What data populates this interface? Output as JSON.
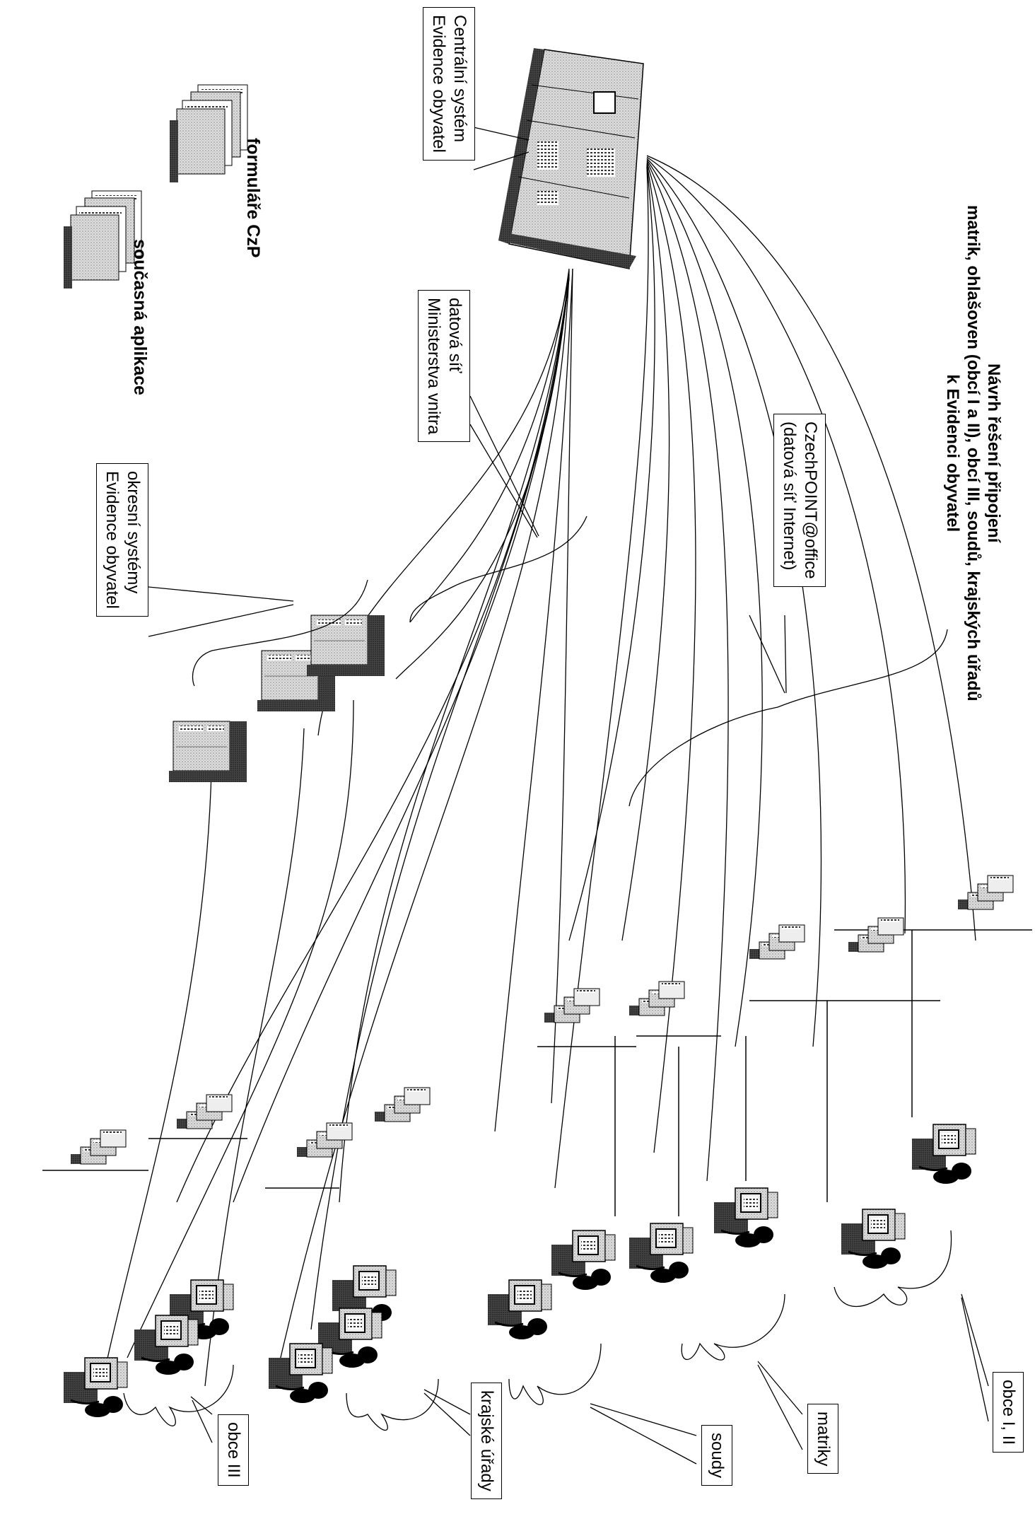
{
  "title": {
    "line1": "Návrh řešení připojení",
    "line2": "matrik, ohlašoven (obcí I a II), obcí III, soudů, krajských úřadů",
    "line3": "k Evidenci obyvatel"
  },
  "central_system": {
    "line1": "Centrální systém",
    "line2": "Evidence obyvatel"
  },
  "ministry_network": {
    "line1": "datová síť",
    "line2": "Ministerstva vnitra"
  },
  "czechpoint": {
    "line1": "CzechPOINT@office",
    "line2": "(datová síť Internet)"
  },
  "district_systems": {
    "line1": "okresní systémy",
    "line2": "Evidence obyvatel"
  },
  "legend": {
    "forms_label": "formuláře CzP",
    "app_label": "současná aplikace"
  },
  "groups": {
    "obce_1_2": "obce I, II",
    "matriky": "matriky",
    "soudy": "soudy",
    "krajske_urady": "krajské úřady",
    "obce_3": "obce III"
  }
}
